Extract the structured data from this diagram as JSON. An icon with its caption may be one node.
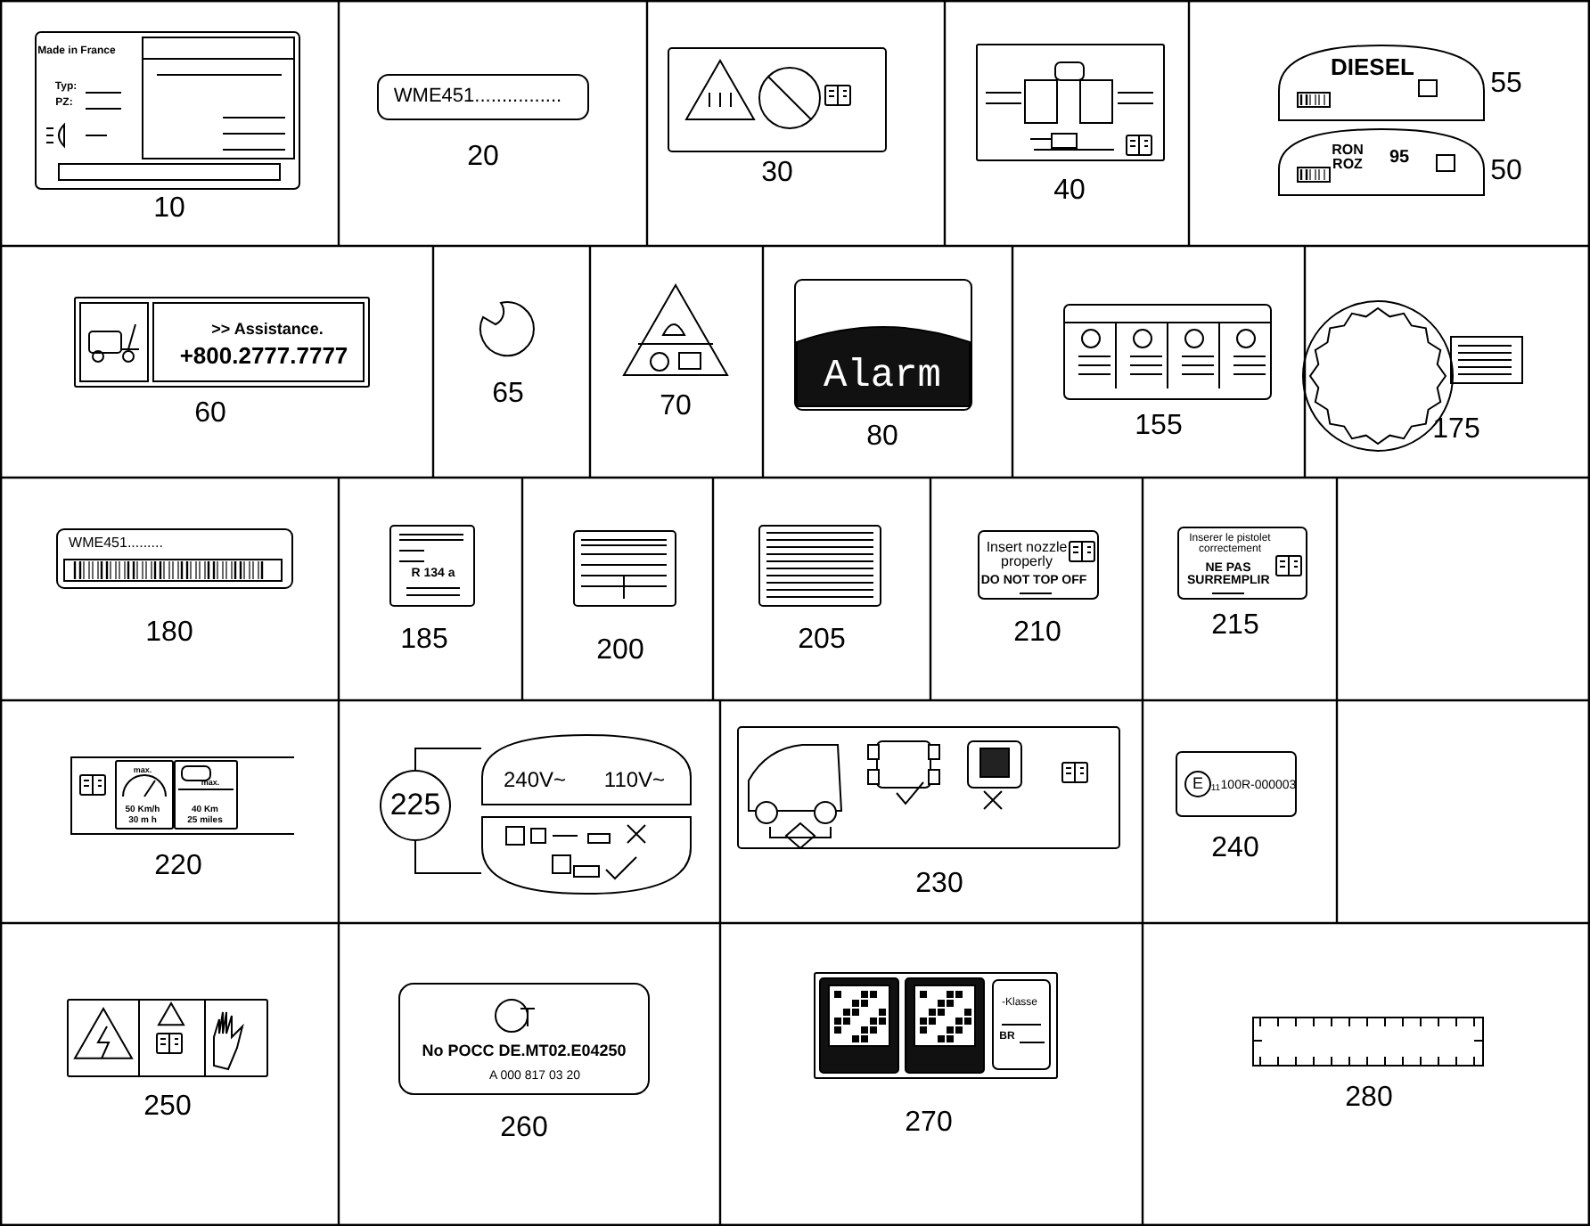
{
  "diagram": {
    "nodes": [
      {
        "text": [
          "225"
        ]
      },
      {
        "text": [
          "240V~",
          "110V~"
        ]
      },
      {
        "text": [],
        "shape": "picture"
      },
      {
        "text": [
          "DIESEL"
        ]
      },
      {
        "text": [
          "RON ROZ",
          "95"
        ]
      }
    ],
    "edges": [
      {
        "from": 0,
        "to": 1,
        "arrow": "none"
      },
      {
        "from": 0,
        "to": 2,
        "arrow": "none"
      }
    ],
    "labels": [
      "Made in France",
      "Typ:",
      "PZ:",
      "10",
      "WME451................",
      "20",
      "30",
      "40",
      "55",
      "50",
      ">> Assistance.",
      "+800.2777.7777",
      "60",
      "65",
      "70",
      "Alarm",
      "80",
      "155",
      "175",
      "WME451.........",
      "180",
      "R 134 a",
      "185",
      "200",
      "205",
      "Insert nozzle properly",
      "DO NOT TOP OFF",
      "210",
      "Inserer le pistolet correctement",
      "NE PAS SURREMPLIR",
      "215",
      "max.",
      "50 Km/h",
      "30 m h",
      "max.",
      "40 Km",
      "25 miles",
      "220",
      "230",
      "E",
      "11",
      "100R-000003",
      "240",
      "250",
      "No POCC DE.MT02.E04250",
      "A 000 817 03 20",
      "260",
      "-Klasse",
      "BR",
      "270",
      "280"
    ]
  }
}
